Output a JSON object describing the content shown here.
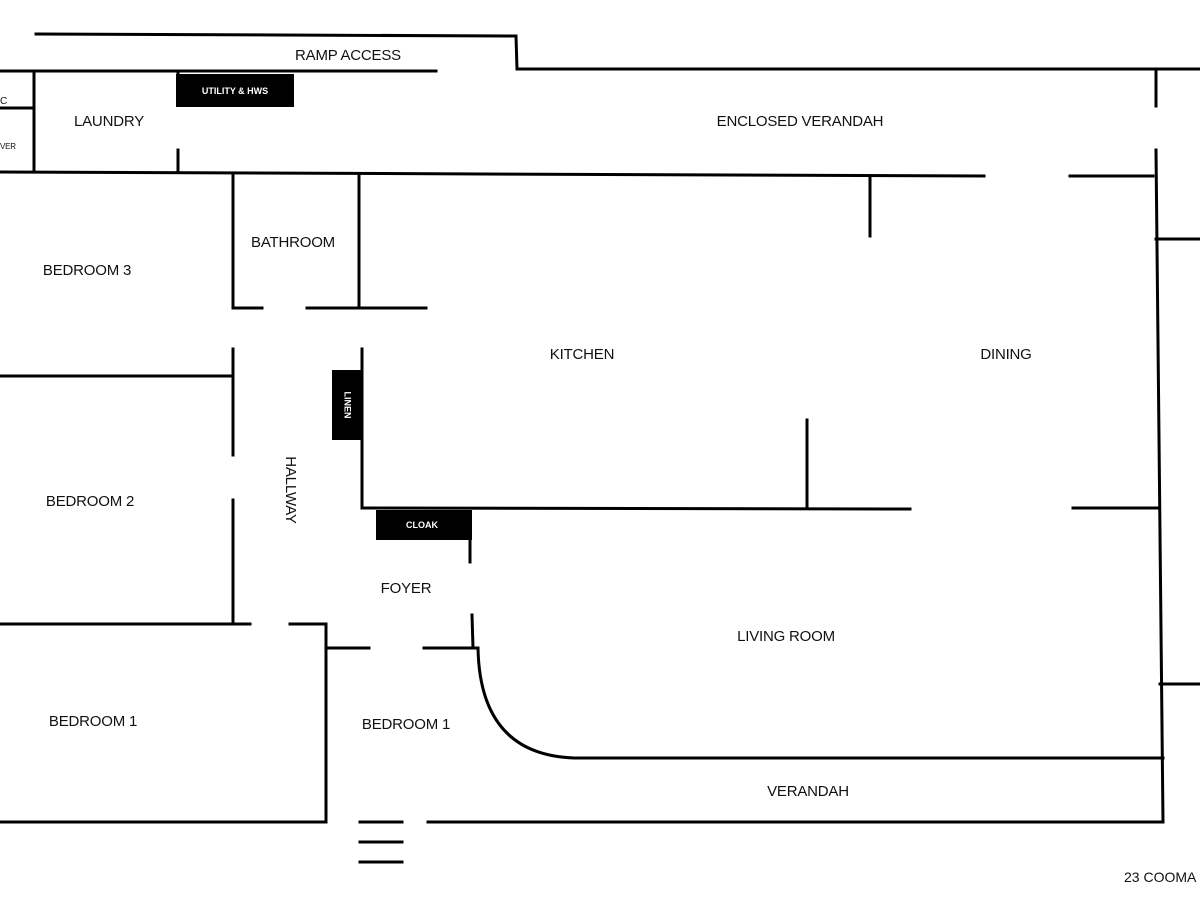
{
  "rooms": {
    "ramp_access": "RAMP ACCESS",
    "laundry": "LAUNDRY",
    "enclosed_verandah": "ENCLOSED VERANDAH",
    "bathroom": "BATHROOM",
    "bedroom_3": "BEDROOM 3",
    "kitchen": "KITCHEN",
    "dining": "DINING",
    "bedroom_2": "BEDROOM 2",
    "hallway": "HALLWAY",
    "foyer": "FOYER",
    "living_room": "LIVING ROOM",
    "bedroom_1_left": "BEDROOM 1",
    "bedroom_1_center": "BEDROOM 1",
    "verandah": "VERANDAH",
    "wc_partial": "C",
    "shower_partial": "VER"
  },
  "fixtures": {
    "utility_hws": "UTILITY  & HWS",
    "linen": "LINEN",
    "cloak": "CLOAK"
  },
  "address": "23 COOMA"
}
